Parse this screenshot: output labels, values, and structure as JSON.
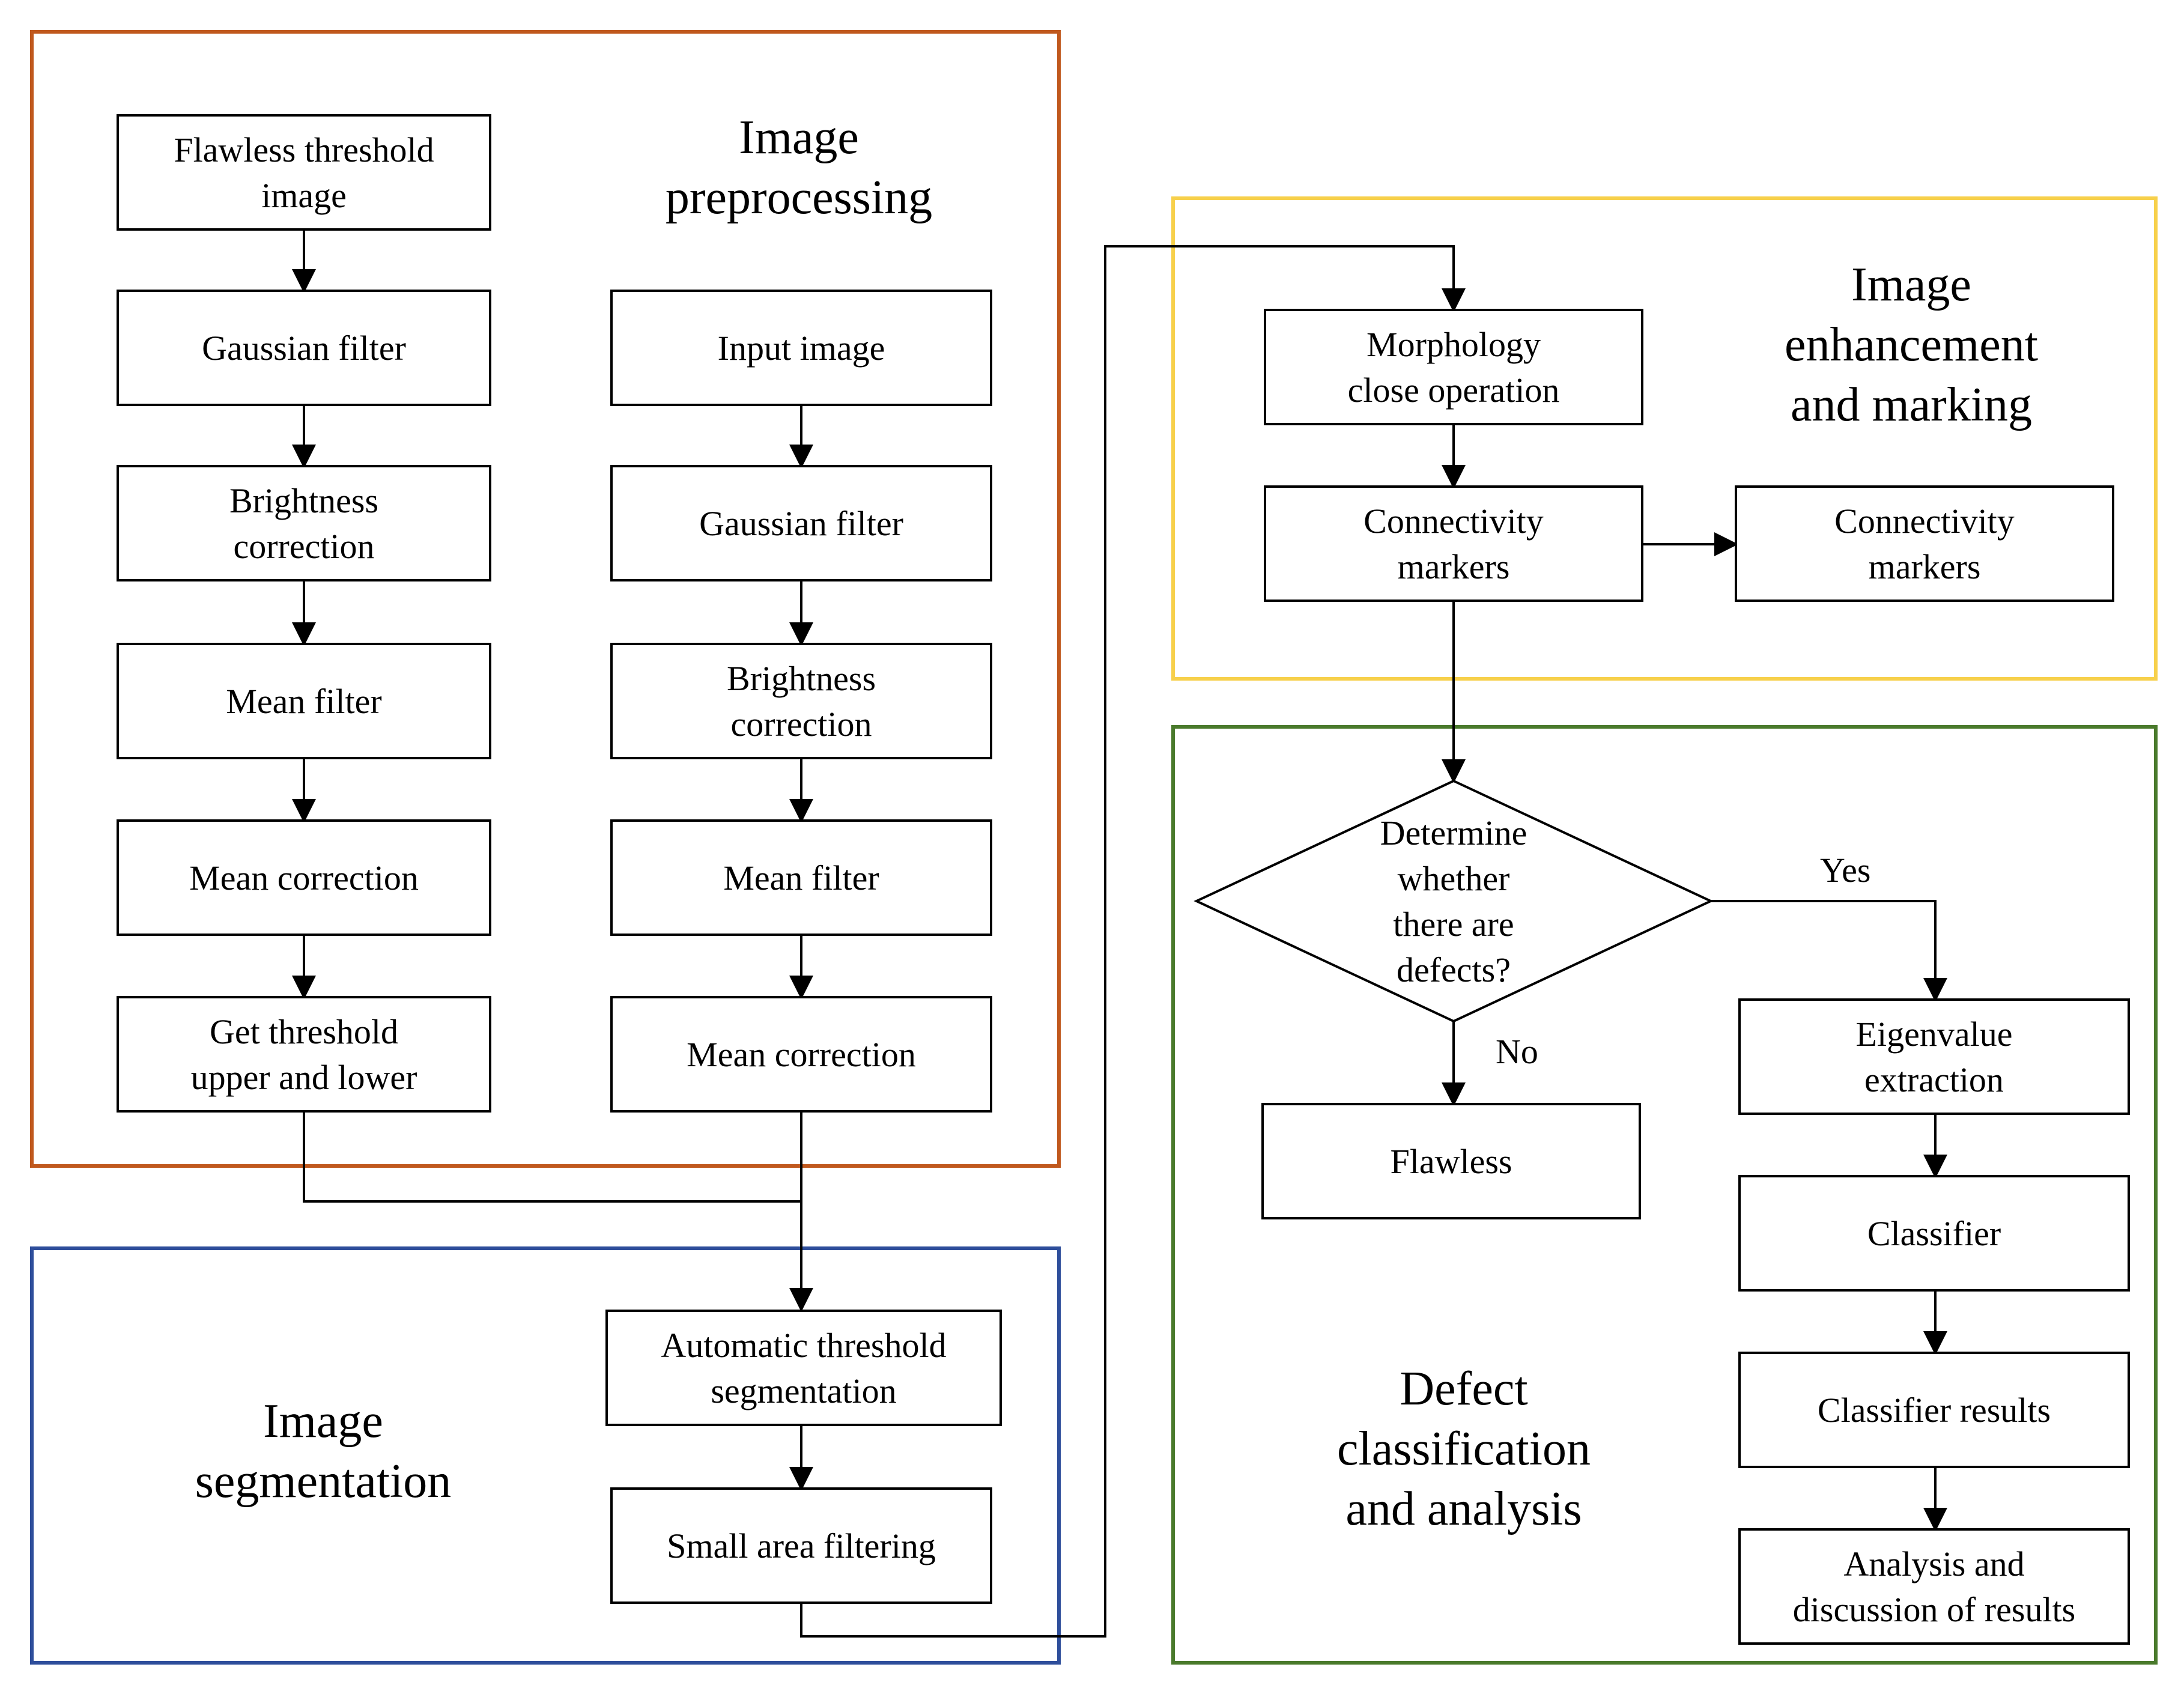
{
  "groups": {
    "preprocessing": {
      "title": [
        "Image",
        "preprocessing"
      ],
      "color": "#C0581D"
    },
    "segmentation": {
      "title": [
        "Image",
        "segmentation"
      ],
      "color": "#2E4E9B"
    },
    "enhancement": {
      "title": [
        "Image",
        "enhancement",
        "and marking"
      ],
      "color": "#F7D04B"
    },
    "defect": {
      "title": [
        "Defect",
        "classification",
        "and analysis"
      ],
      "color": "#4A7A2C"
    }
  },
  "nodes": {
    "flawless_threshold_image": [
      "Flawless threshold",
      "image"
    ],
    "gaussian_filter_1": [
      "Gaussian filter"
    ],
    "brightness_correction_1": [
      "Brightness",
      "correction"
    ],
    "mean_filter_1": [
      "Mean filter"
    ],
    "mean_correction_1": [
      "Mean correction"
    ],
    "get_threshold": [
      "Get threshold",
      "upper and lower"
    ],
    "input_image": [
      "Input image"
    ],
    "gaussian_filter_2": [
      "Gaussian filter"
    ],
    "brightness_correction_2": [
      "Brightness",
      "correction"
    ],
    "mean_filter_2": [
      "Mean filter"
    ],
    "mean_correction_2": [
      "Mean correction"
    ],
    "auto_threshold": [
      "Automatic threshold",
      "segmentation"
    ],
    "small_area": [
      "Small area filtering"
    ],
    "morphology": [
      "Morphology",
      "close operation"
    ],
    "connectivity_1": [
      "Connectivity",
      "markers"
    ],
    "connectivity_2": [
      "Connectivity",
      "markers"
    ],
    "decision": [
      "Determine",
      "whether",
      "there are",
      "defects?"
    ],
    "flawless": [
      "Flawless"
    ],
    "eigenvalue": [
      "Eigenvalue",
      "extraction"
    ],
    "classifier": [
      "Classifier"
    ],
    "classifier_results": [
      "Classifier results"
    ],
    "analysis": [
      "Analysis and",
      "discussion of results"
    ]
  },
  "edge_labels": {
    "yes": "Yes",
    "no": "No"
  }
}
